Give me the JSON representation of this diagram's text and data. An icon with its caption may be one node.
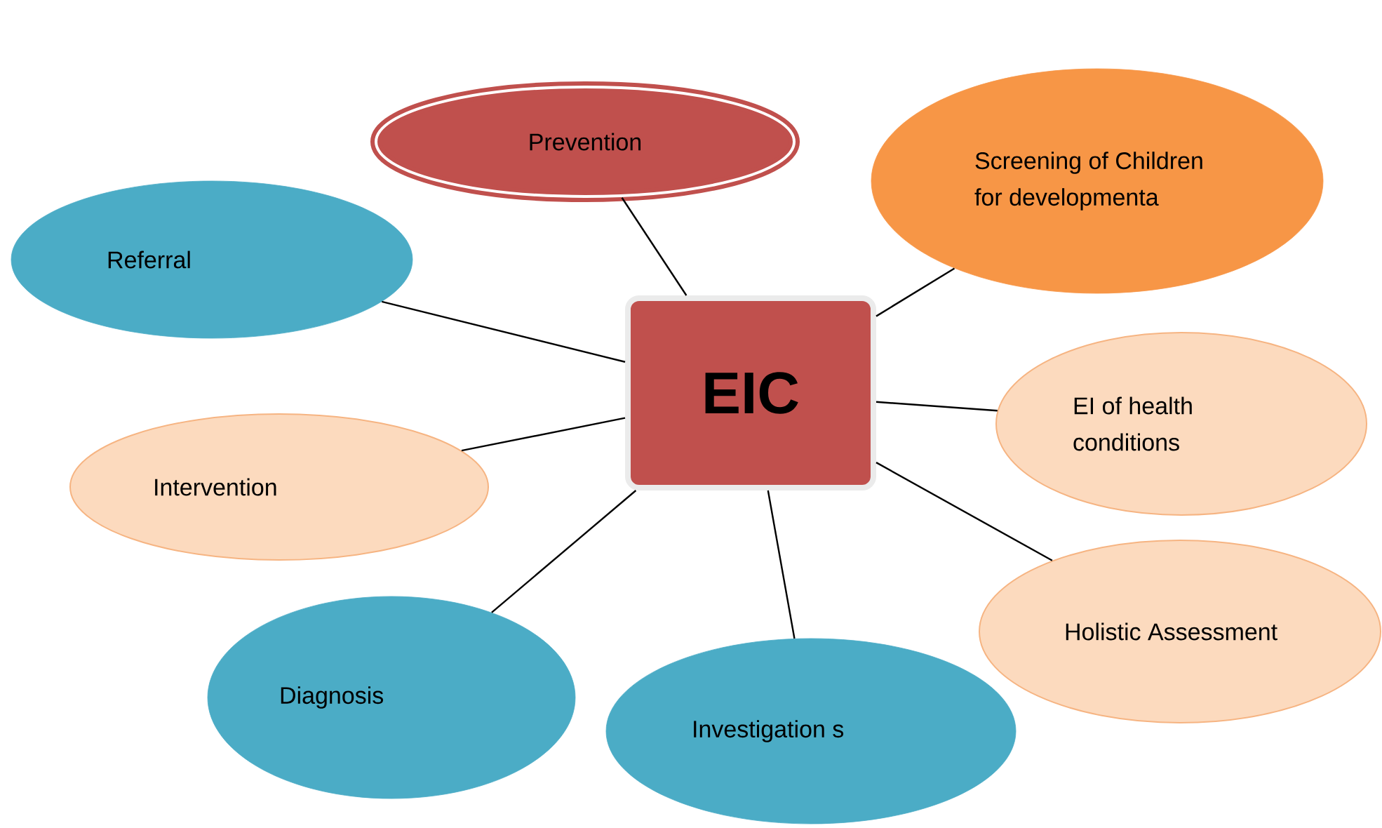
{
  "diagram": {
    "nodes": [
      {
        "text": [
          "EIC"
        ]
      },
      {
        "text": [
          "Prevention"
        ]
      },
      {
        "text": [
          "Screening of Children for developmenta"
        ]
      },
      {
        "text": [
          "Referral"
        ]
      },
      {
        "text": [
          "EI of health conditions"
        ]
      },
      {
        "text": [
          "Intervention"
        ]
      },
      {
        "text": [
          "Holistic Assessment"
        ]
      },
      {
        "text": [
          "Diagnosis"
        ]
      },
      {
        "text": [
          "Investigation s"
        ]
      }
    ],
    "edges": [
      {
        "from": 0,
        "to": 1,
        "arrow": "none"
      },
      {
        "from": 0,
        "to": 2,
        "arrow": "none"
      },
      {
        "from": 0,
        "to": 3,
        "arrow": "none"
      },
      {
        "from": 0,
        "to": 4,
        "arrow": "none"
      },
      {
        "from": 0,
        "to": 5,
        "arrow": "none"
      },
      {
        "from": 0,
        "to": 6,
        "arrow": "none"
      },
      {
        "from": 0,
        "to": 7,
        "arrow": "none"
      },
      {
        "from": 0,
        "to": 8,
        "arrow": "none"
      }
    ]
  }
}
